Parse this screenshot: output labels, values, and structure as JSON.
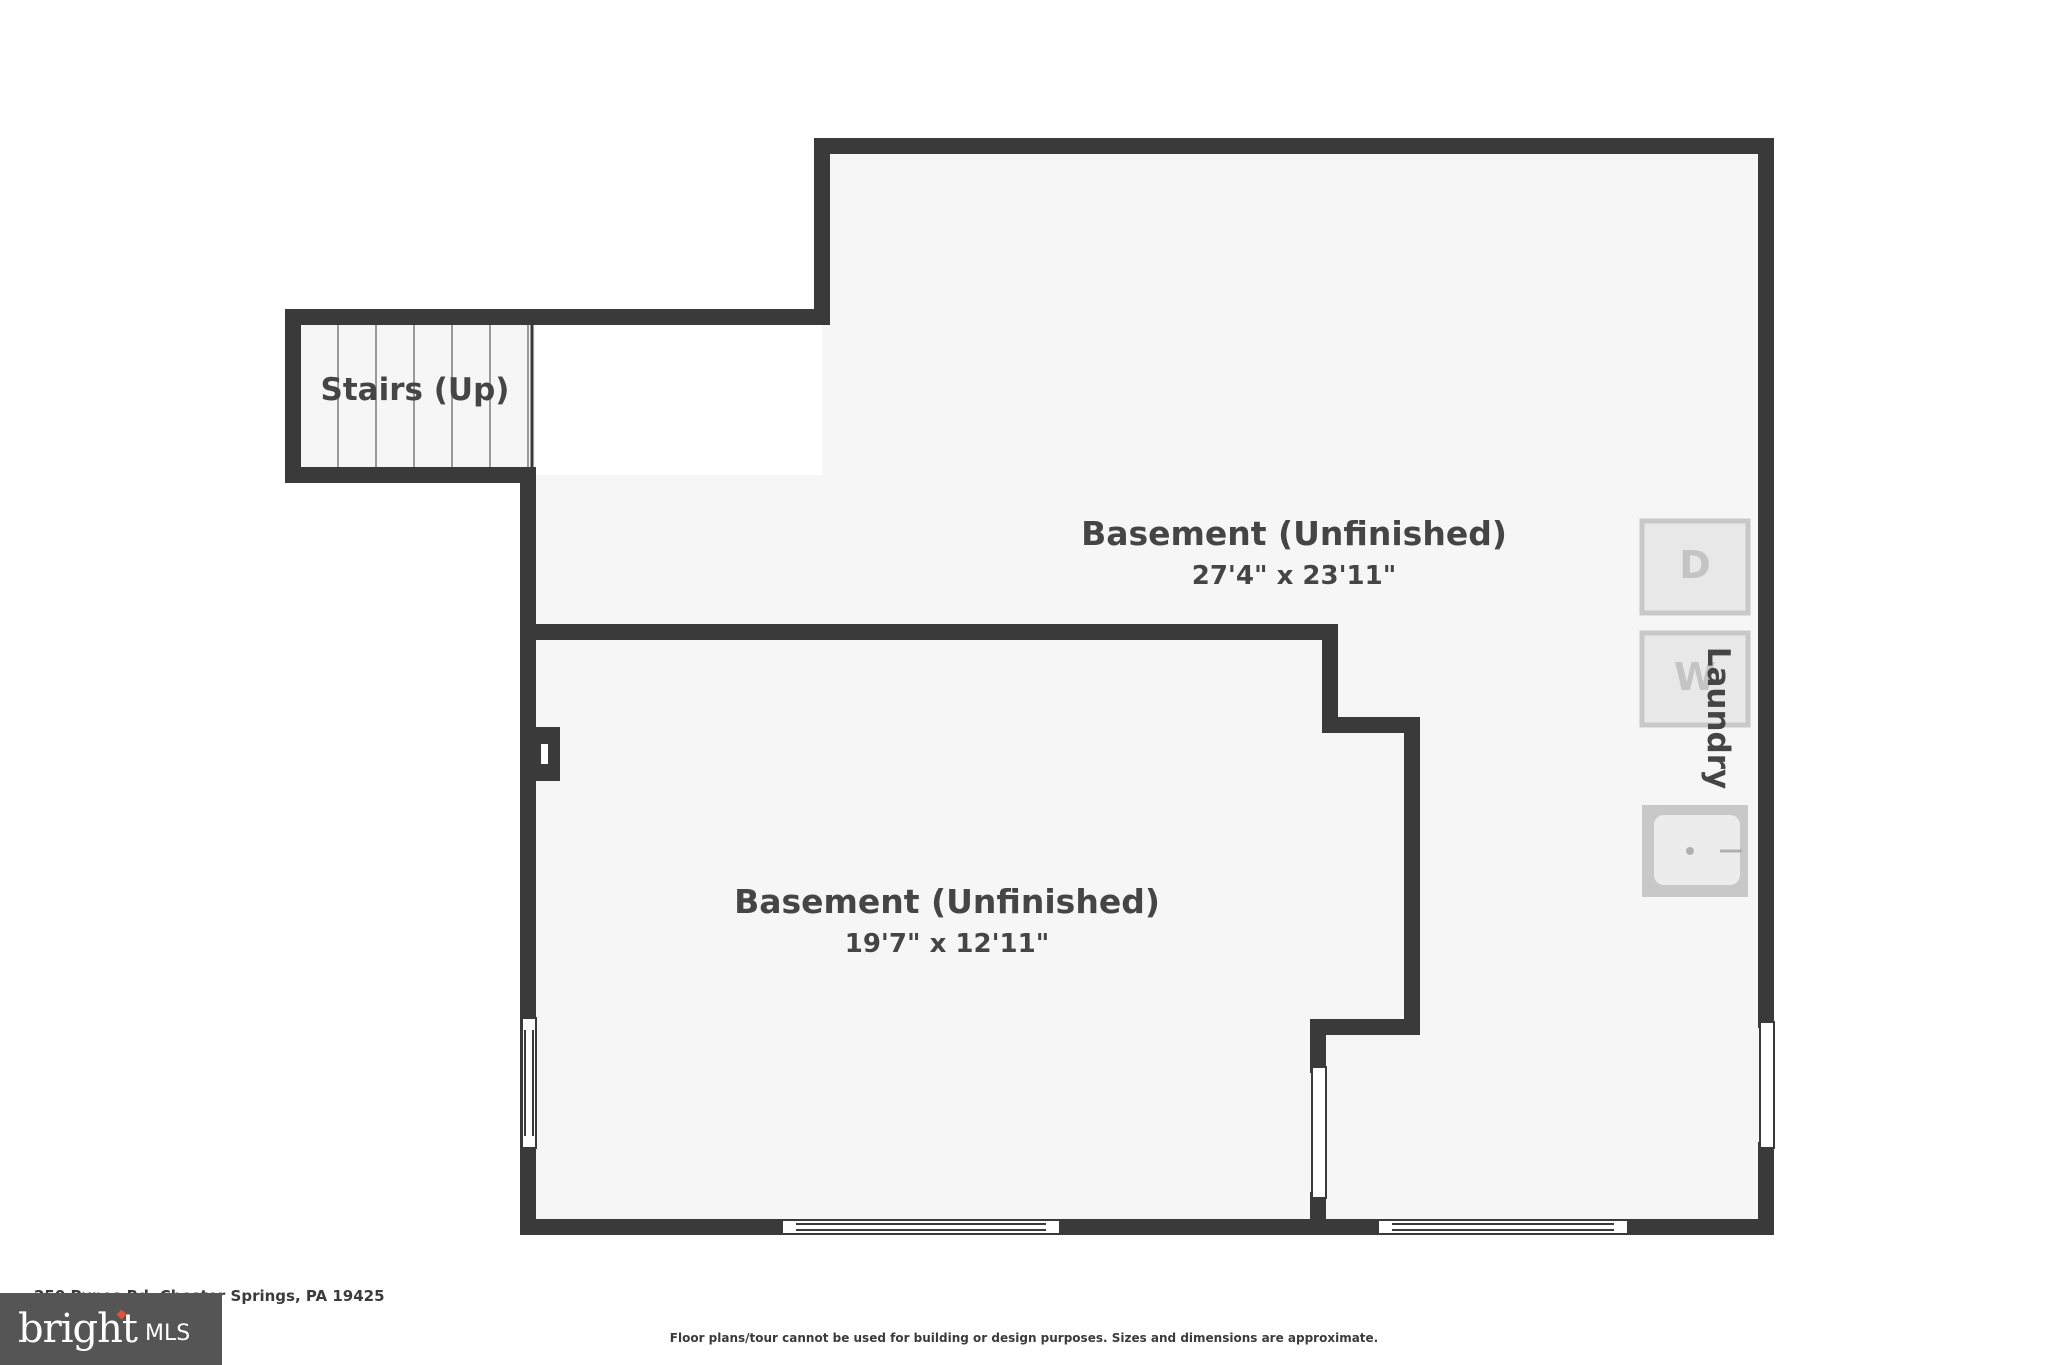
{
  "rooms": {
    "stairs": {
      "name": "Stairs (Up)"
    },
    "basement_upper": {
      "name": "Basement (Unfinished)",
      "dimensions": "27'4\" x 23'11\""
    },
    "basement_lower": {
      "name": "Basement (Unfinished)",
      "dimensions": "19'7\" x 12'11\""
    },
    "laundry": {
      "name": "Laundry"
    }
  },
  "appliances": {
    "dryer": "D",
    "washer": "W"
  },
  "footer": {
    "address": "250 Pynes Rd, Chester Springs, PA 19425",
    "disclaimer": "Floor plans/tour cannot be used for building or design purposes. Sizes and dimensions are approximate.",
    "logo_text": "bright",
    "logo_sub": "MLS"
  },
  "colors": {
    "wall": "#3a3a3a",
    "floor": "#f6f6f6",
    "appliance": "#c8c8c8",
    "text": "#454545",
    "logo_bg": "#555555",
    "logo_accent": "#e0503a"
  }
}
